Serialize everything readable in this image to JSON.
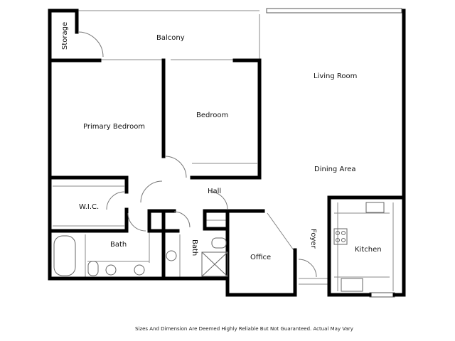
{
  "rooms": {
    "storage": "Storage",
    "balcony": "Balcony",
    "living_room": "Living Room",
    "primary_bedroom": "Primary Bedroom",
    "bedroom": "Bedroom",
    "dining_area": "Dining Area",
    "hall": "Hall",
    "wic": "W.I.C.",
    "bath_primary": "Bath",
    "bath_second": "Bath",
    "office": "Office",
    "foyer": "Foyer",
    "kitchen": "Kitchen"
  },
  "disclaimer": "Sizes And Dimension Are Deemed Highly Reliable But Not Guaranteed. Actual May Vary"
}
